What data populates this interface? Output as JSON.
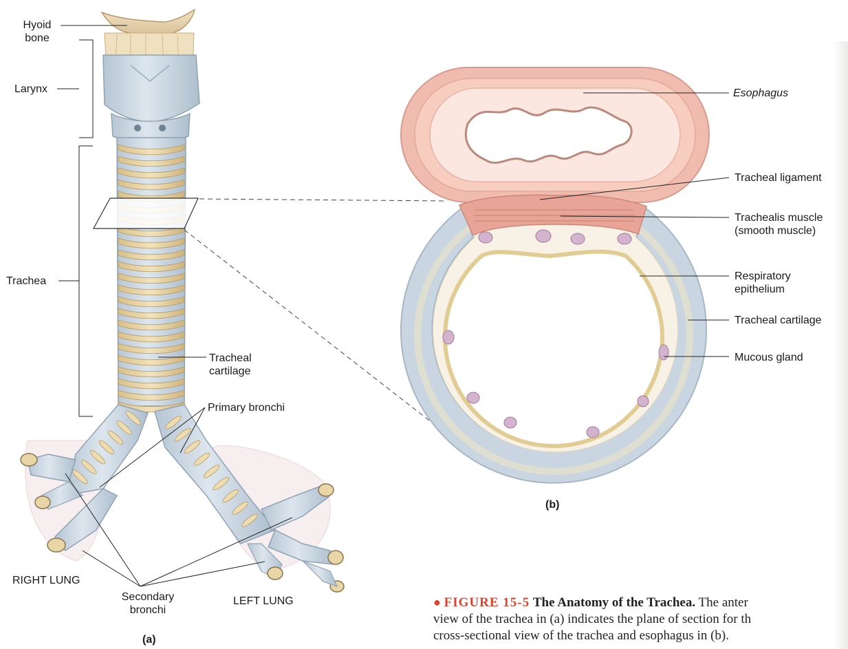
{
  "panel_a": {
    "labels": {
      "hyoid_bone": "Hyoid\nbone",
      "larynx": "Larynx",
      "trachea": "Trachea",
      "tracheal_cartilage": "Tracheal\ncartilage",
      "primary_bronchi": "Primary bronchi",
      "right_lung": "RIGHT LUNG",
      "secondary_bronchi": "Secondary\nbronchi",
      "left_lung": "LEFT LUNG"
    },
    "panel_letter": "(a)"
  },
  "panel_b": {
    "labels": {
      "esophagus": "Esophagus",
      "tracheal_ligament": "Tracheal ligament",
      "trachealis_muscle": "Trachealis muscle\n(smooth muscle)",
      "respiratory_epithelium": "Respiratory\nepithelium",
      "tracheal_cartilage": "Tracheal cartilage",
      "mucous_gland": "Mucous gland"
    },
    "panel_letter": "(b)"
  },
  "caption": {
    "number": "FIGURE 15-5",
    "title": "The Anatomy of the Trachea.",
    "line1_rest": "The anter",
    "line2": "view of the trachea in (a) indicates the plane of section for th",
    "line3": "cross-sectional view of the trachea and esophagus in (b)."
  },
  "colors": {
    "cartilage_blue": "#c9d6e2",
    "ring_tan": "#e9d6a6",
    "esophagus_pink": "#f0b3a5",
    "muscle_red": "#e79a8a",
    "caption_red": "#d8442e"
  }
}
